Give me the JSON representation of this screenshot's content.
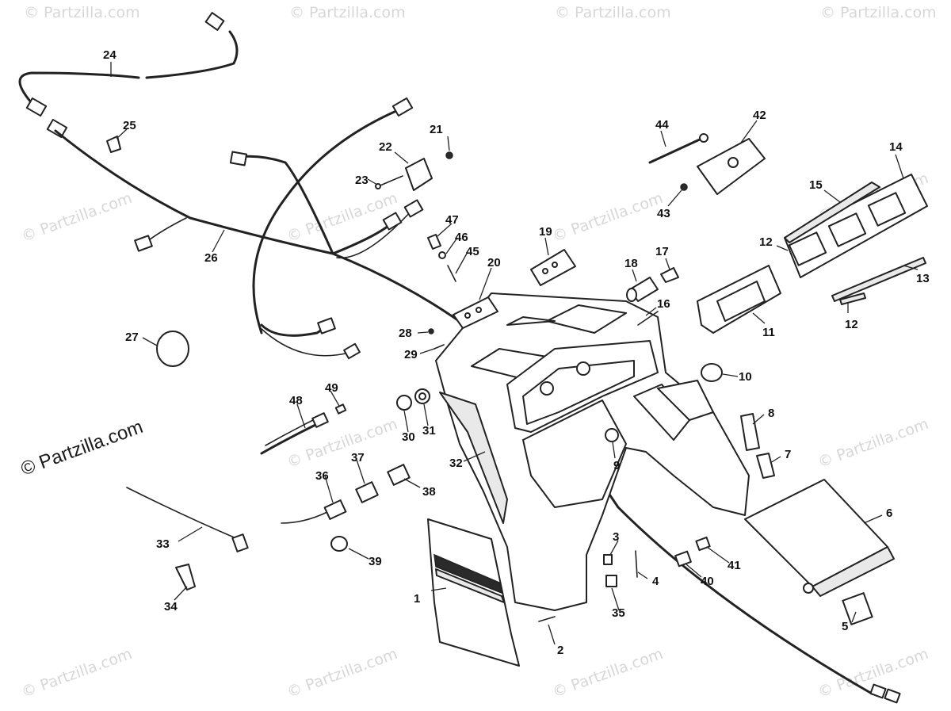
{
  "diagram": {
    "watermark": "© Partzilla.com",
    "callouts": [
      "1",
      "2",
      "3",
      "4",
      "5",
      "6",
      "7",
      "8",
      "9",
      "10",
      "11",
      "12",
      "12",
      "13",
      "14",
      "15",
      "16",
      "17",
      "18",
      "19",
      "20",
      "21",
      "22",
      "23",
      "24",
      "25",
      "26",
      "27",
      "28",
      "29",
      "30",
      "31",
      "32",
      "33",
      "34",
      "35",
      "36",
      "37",
      "38",
      "39",
      "40",
      "41",
      "42",
      "43",
      "44",
      "45",
      "46",
      "47",
      "48",
      "49"
    ]
  }
}
